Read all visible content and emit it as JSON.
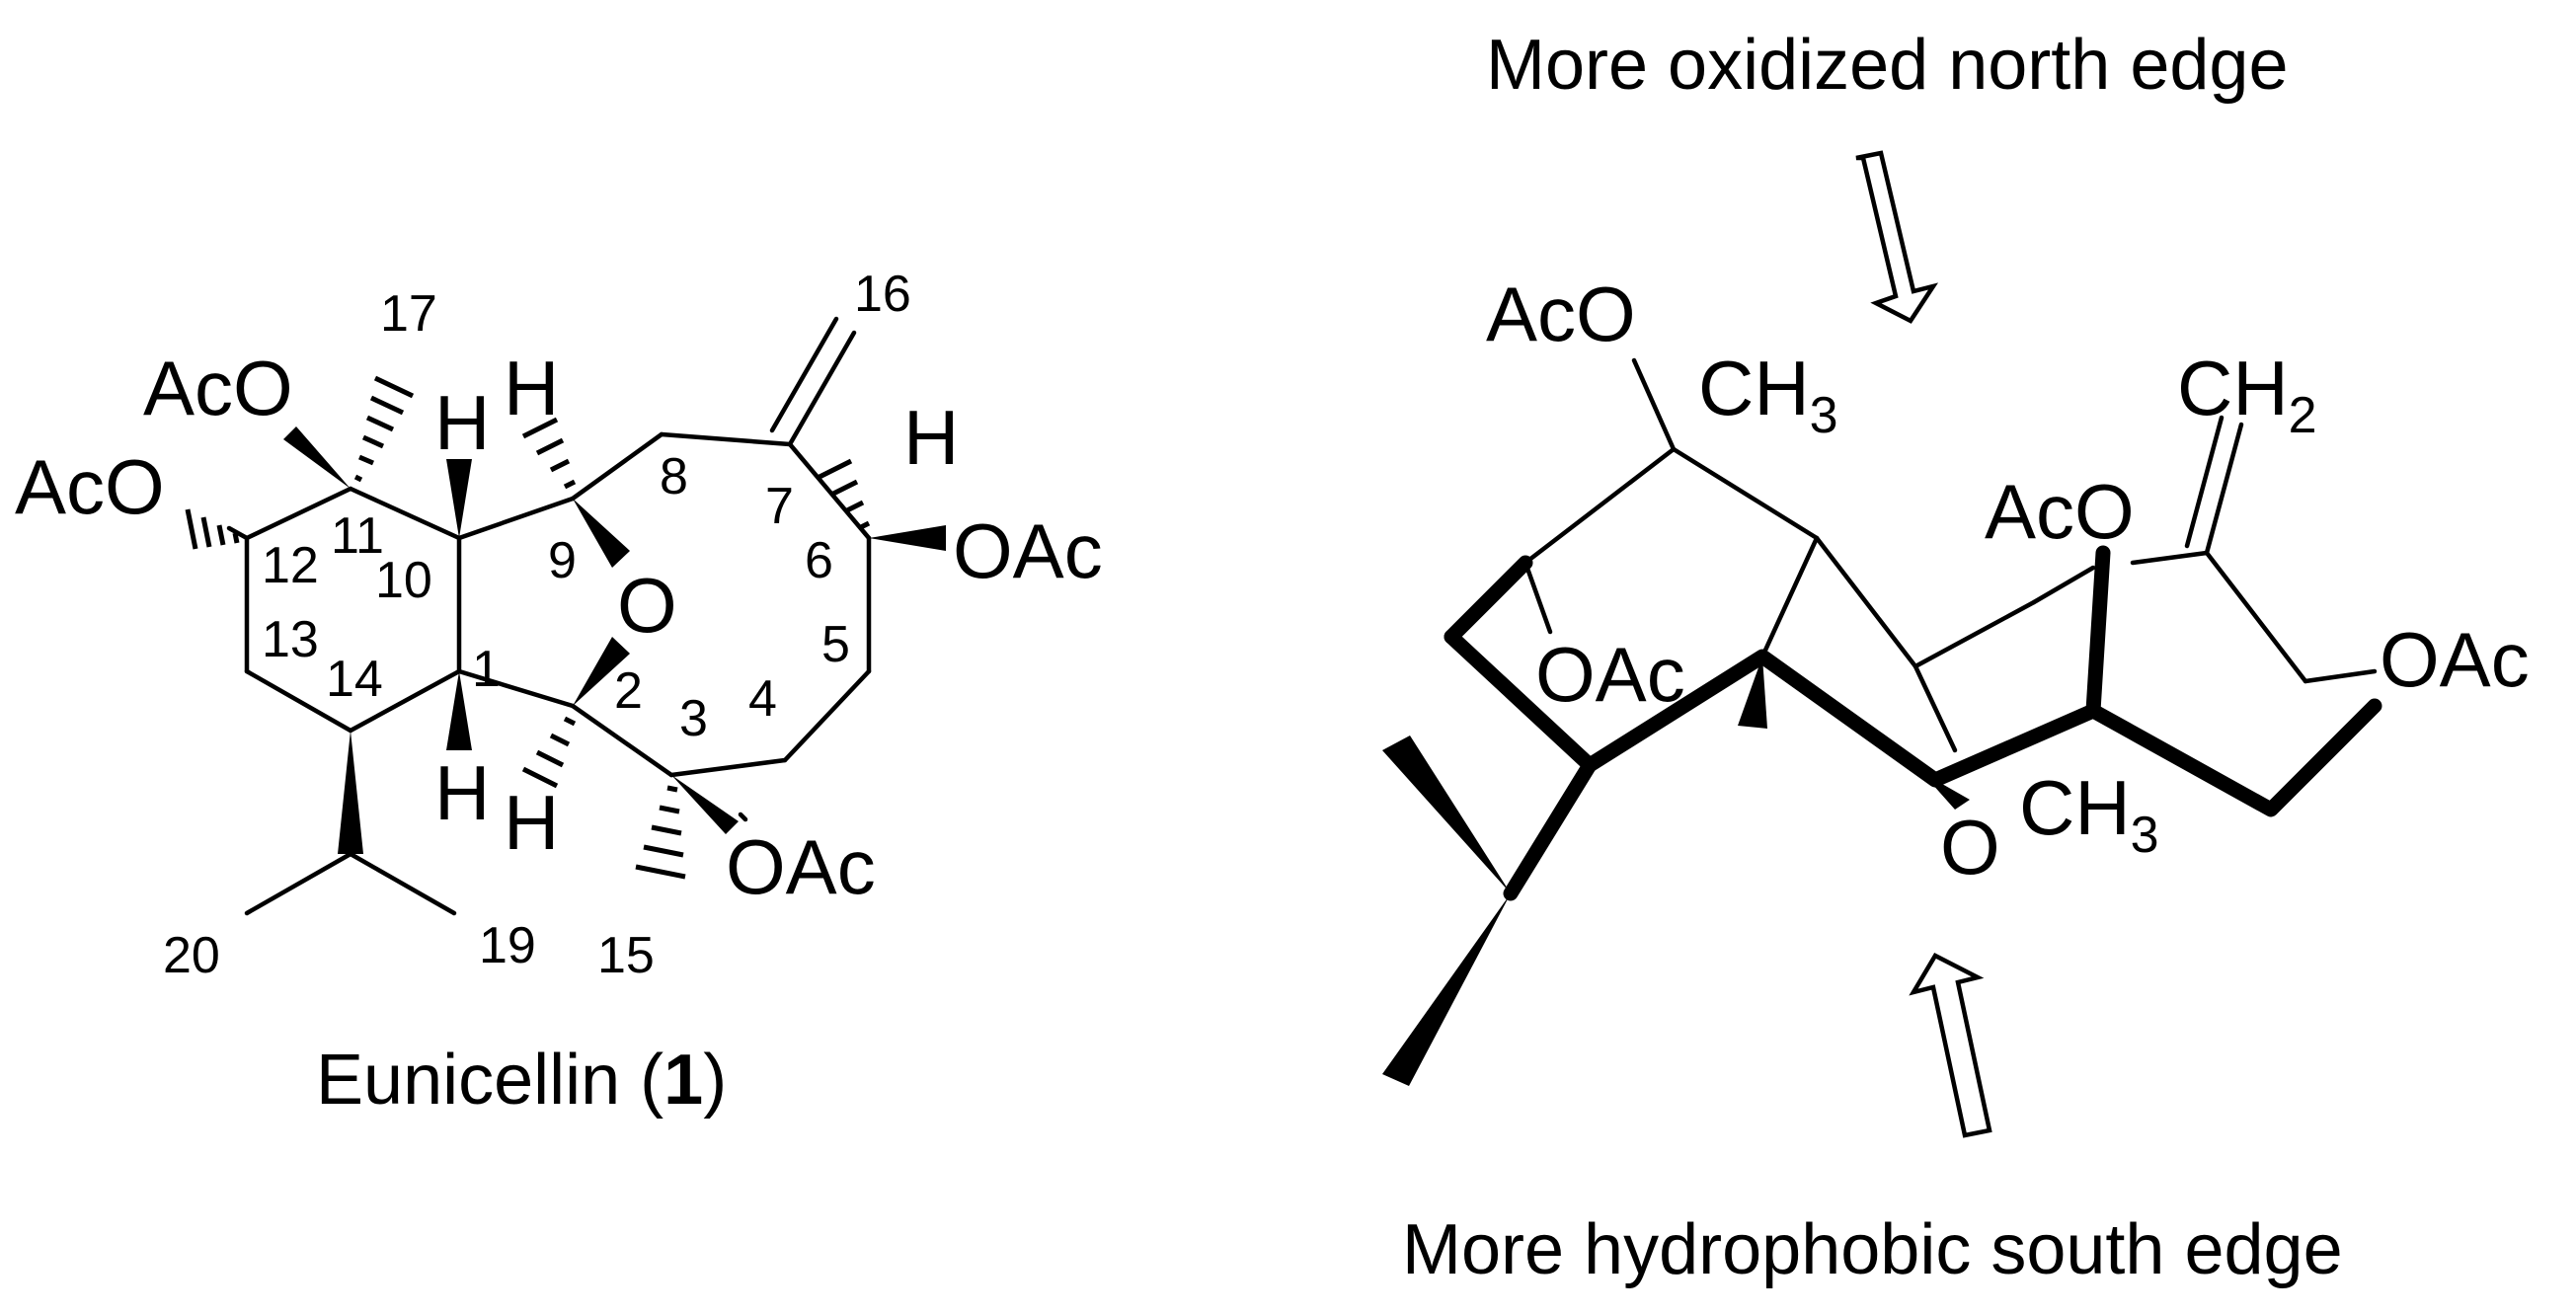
{
  "left_structure": {
    "caption_prefix": "Eunicellin (",
    "caption_number": "1",
    "caption_suffix": ")",
    "group_labels": {
      "aco_c11": "AcO",
      "aco_c12": "AcO",
      "oac_c6": "OAc",
      "oac_c3": "OAc",
      "ether_o": "O",
      "h_c10": "H",
      "h_c9": "H",
      "h_c6": "H",
      "h_c1": "H",
      "h_c2": "H"
    },
    "atom_numbers": {
      "n1": "1",
      "n2": "2",
      "n3": "3",
      "n4": "4",
      "n5": "5",
      "n6": "6",
      "n7": "7",
      "n8": "8",
      "n9": "9",
      "n10": "10",
      "n11": "11",
      "n12": "12",
      "n13": "13",
      "n14": "14",
      "n15": "15",
      "n16": "16",
      "n17": "17",
      "n19": "19",
      "n20": "20"
    }
  },
  "right_structure": {
    "top_annotation": "More oxidized north edge",
    "bottom_annotation": "More hydrophobic south edge",
    "group_labels": {
      "aco_top": "AcO",
      "ch3_top": "CH",
      "ch3_top_sub": "3",
      "ch2": "CH",
      "ch2_sub": "2",
      "aco_mid": "AcO",
      "oac_right": "OAc",
      "oac_left": "OAc",
      "ether_o": "O",
      "ch3_bottom": "CH",
      "ch3_bottom_sub": "3"
    }
  }
}
